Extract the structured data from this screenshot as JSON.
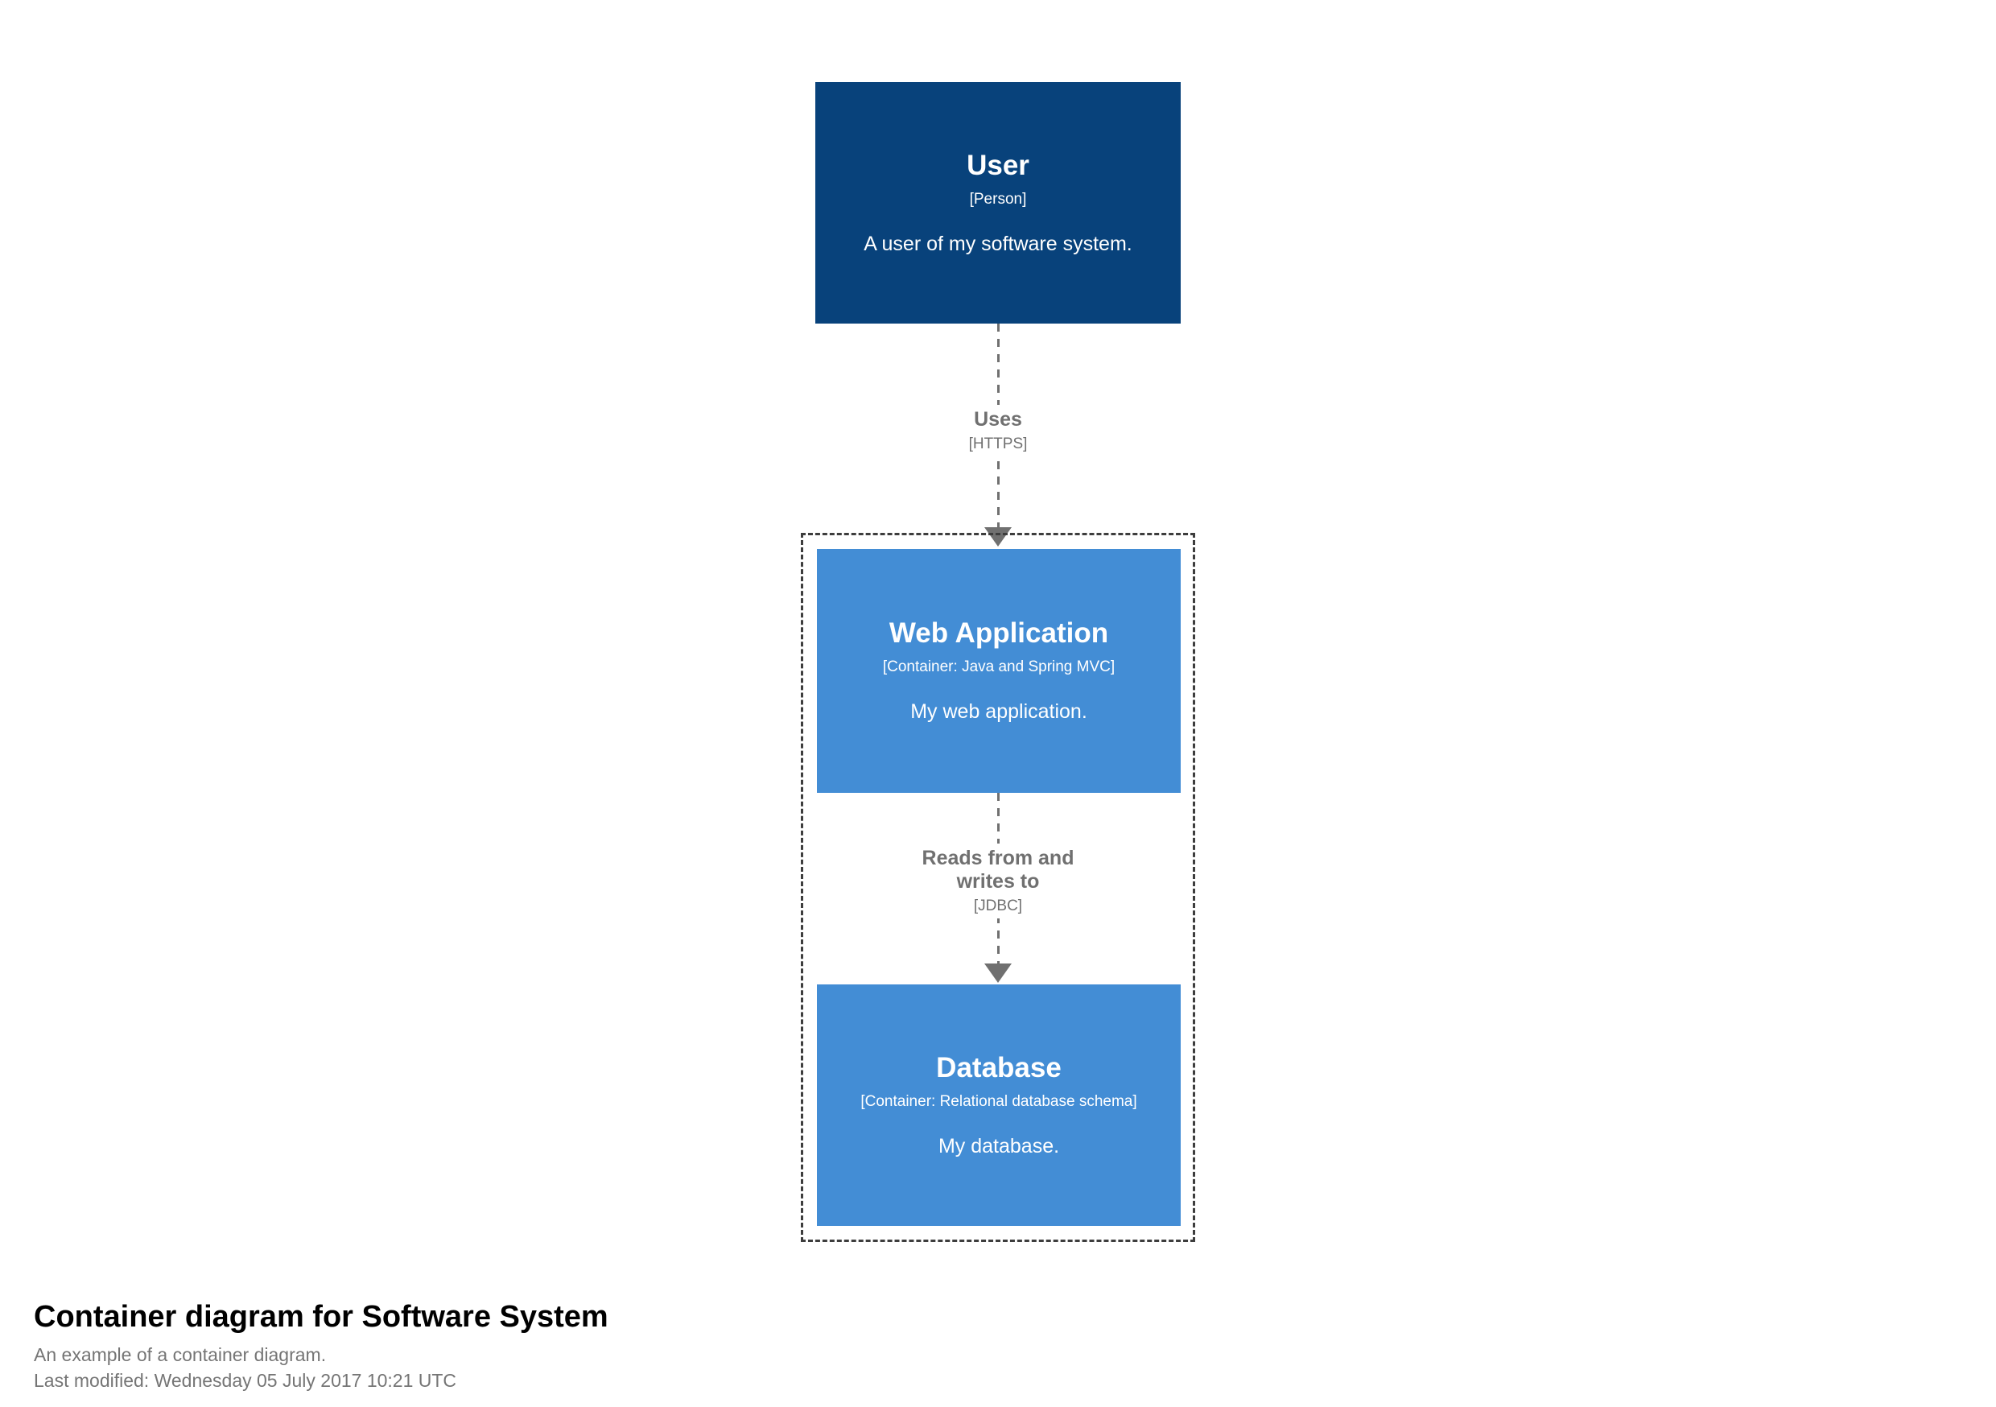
{
  "diagram": {
    "nodes": {
      "user": {
        "name": "User",
        "meta": "[Person]",
        "description": "A user of my software system."
      },
      "web_application": {
        "name": "Web Application",
        "meta": "[Container: Java and Spring MVC]",
        "description": "My web application."
      },
      "database": {
        "name": "Database",
        "meta": "[Container: Relational database schema]",
        "description": "My database."
      }
    },
    "relationships": {
      "user_to_webapp": {
        "label": "Uses",
        "technology": "[HTTPS]"
      },
      "webapp_to_database": {
        "label": "Reads from and writes to",
        "technology": "[JDBC]"
      }
    },
    "colors": {
      "person_fill": "#08427b",
      "container_fill": "#438dd5",
      "node_text": "#ffffff",
      "relationship": "#707070",
      "boundary": "#3d3d3d",
      "background": "#ffffff",
      "footer_title": "#000000",
      "footer_text": "#757575"
    }
  },
  "footer": {
    "title": "Container diagram for Software System",
    "subtitle": "An example of a container diagram.",
    "last_modified": "Last modified: Wednesday 05 July 2017 10:21 UTC"
  }
}
